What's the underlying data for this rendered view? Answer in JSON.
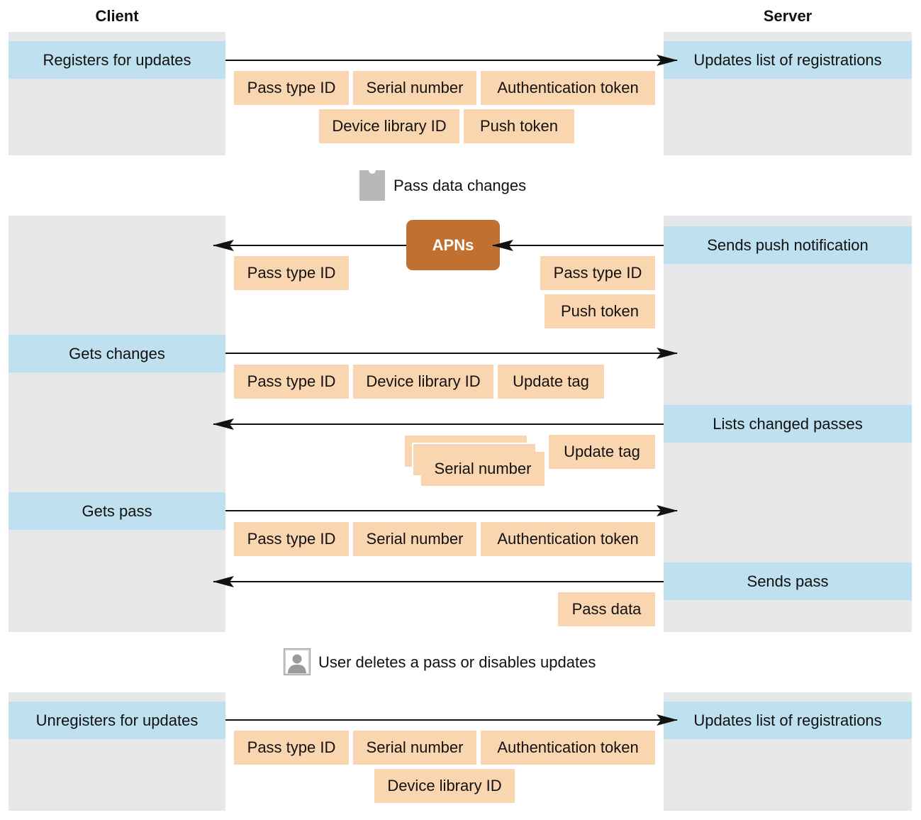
{
  "headers": {
    "client": "Client",
    "server": "Server"
  },
  "registration": {
    "client_action": "Registers for updates",
    "server_action": "Updates list of registrations",
    "tags": [
      "Pass type ID",
      "Serial number",
      "Authentication token",
      "Device library ID",
      "Push token"
    ]
  },
  "pass_changes": {
    "icon": "pass-icon",
    "label": "Pass data changes"
  },
  "update": {
    "apns_label": "APNs",
    "server_push": "Sends push notification",
    "push_server_tags": [
      "Pass type ID",
      "Push token"
    ],
    "push_client_tags": [
      "Pass type ID"
    ],
    "client_gets_changes": "Gets changes",
    "gets_changes_tags": [
      "Pass type ID",
      "Device library ID",
      "Update tag"
    ],
    "server_lists": "Lists changed passes",
    "lists_tags": [
      "Serial number",
      "Update tag"
    ],
    "client_gets_pass": "Gets pass",
    "gets_pass_tags": [
      "Pass type ID",
      "Serial number",
      "Authentication token"
    ],
    "server_sends_pass": "Sends pass",
    "sends_pass_tags": [
      "Pass data"
    ]
  },
  "user_event": {
    "icon": "user-icon",
    "label": "User deletes a pass or disables updates"
  },
  "unregistration": {
    "client_action": "Unregisters for updates",
    "server_action": "Updates list of registrations",
    "tags": [
      "Pass type ID",
      "Serial number",
      "Authentication token",
      "Device library ID"
    ]
  },
  "colors": {
    "panel": "#e6e7e8",
    "action": "#bfe0ee",
    "tag": "#fad6b0",
    "apns": "#c07030",
    "arrow": "#111111"
  }
}
